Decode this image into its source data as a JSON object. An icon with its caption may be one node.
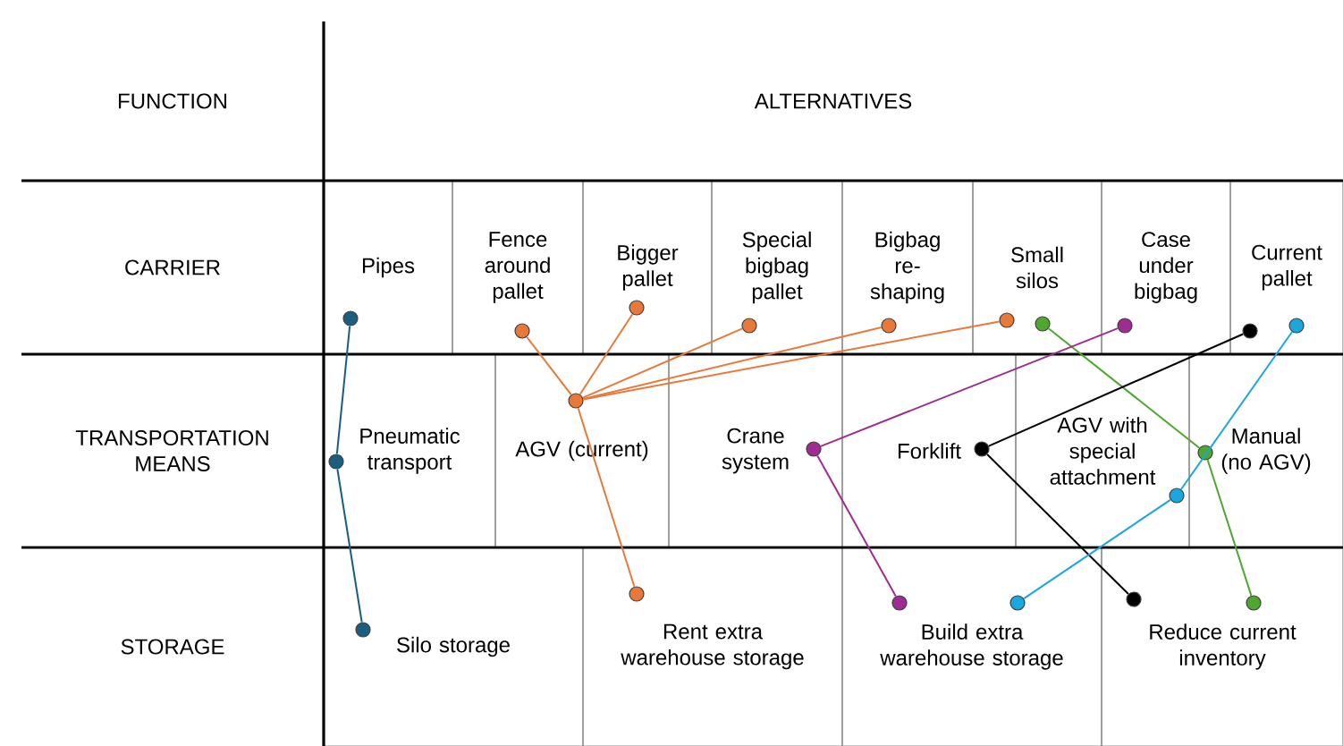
{
  "diagram": {
    "nodes": [
      {
        "text": [
          "FUNCTION"
        ]
      },
      {
        "text": [
          "ALTERNATIVES"
        ]
      },
      {
        "text": [
          "CARRIER"
        ]
      },
      {
        "text": [
          "Pipes"
        ]
      },
      {
        "text": [
          "Fence around pallet"
        ]
      },
      {
        "text": [
          "Bigger pallet"
        ]
      },
      {
        "text": [
          "Special bigbag pallet"
        ]
      },
      {
        "text": [
          "Bigbag re-shaping"
        ]
      },
      {
        "text": [
          "Small silos"
        ]
      },
      {
        "text": [
          "Case under bigbag"
        ]
      },
      {
        "text": [
          "Current pallet"
        ]
      },
      {
        "text": [
          "TRANSPORTATION MEANS"
        ]
      },
      {
        "text": [
          "Pneumatic transport"
        ]
      },
      {
        "text": [
          "AGV (current)"
        ]
      },
      {
        "text": [
          "Crane system"
        ]
      },
      {
        "text": [
          "Forklift"
        ]
      },
      {
        "text": [
          "AGV with special attachment"
        ]
      },
      {
        "text": [
          "Manual (no AGV)"
        ]
      },
      {
        "text": [
          "STORAGE"
        ]
      },
      {
        "text": [
          "Silo storage"
        ]
      },
      {
        "text": [
          "Rent extra warehouse storage"
        ]
      },
      {
        "text": [
          "Build extra warehouse storage"
        ]
      },
      {
        "text": [
          "Reduce current inventory"
        ]
      },
      {
        "text": [],
        "shape": "circle",
        "in": 3
      },
      {
        "text": [],
        "shape": "circle",
        "in": 4
      },
      {
        "text": [],
        "shape": "circle",
        "in": 5
      },
      {
        "text": [],
        "shape": "circle",
        "in": 6
      },
      {
        "text": [],
        "shape": "circle",
        "in": 7
      },
      {
        "text": [],
        "shape": "circle",
        "in": 8
      },
      {
        "text": [],
        "shape": "circle",
        "in": 8
      },
      {
        "text": [],
        "shape": "circle",
        "in": 9
      },
      {
        "text": [],
        "shape": "circle",
        "in": 10
      },
      {
        "text": [],
        "shape": "circle",
        "in": 10
      },
      {
        "text": [],
        "shape": "circle",
        "in": 12
      },
      {
        "text": [],
        "shape": "circle",
        "in": 13
      },
      {
        "text": [],
        "shape": "circle",
        "in": 14
      },
      {
        "text": [],
        "shape": "circle",
        "in": 15
      },
      {
        "text": [],
        "shape": "circle",
        "in": 16
      },
      {
        "text": [],
        "shape": "circle",
        "in": 17
      },
      {
        "text": [],
        "shape": "circle",
        "in": 19
      },
      {
        "text": [],
        "shape": "circle",
        "in": 20
      },
      {
        "text": [],
        "shape": "circle",
        "in": 21
      },
      {
        "text": [],
        "shape": "circle",
        "in": 21
      },
      {
        "text": [],
        "shape": "circle",
        "in": 22
      },
      {
        "text": [],
        "shape": "circle",
        "in": 22
      }
    ],
    "edges": [
      {
        "from": 23,
        "to": 33,
        "arrow": "none",
        "color": "#1b5e80"
      },
      {
        "from": 33,
        "to": 39,
        "arrow": "none",
        "color": "#1b5e80"
      },
      {
        "from": 24,
        "to": 34,
        "arrow": "none",
        "color": "#e8793a"
      },
      {
        "from": 25,
        "to": 34,
        "arrow": "none",
        "color": "#e8793a"
      },
      {
        "from": 26,
        "to": 34,
        "arrow": "none",
        "color": "#e8793a"
      },
      {
        "from": 27,
        "to": 34,
        "arrow": "none",
        "color": "#e8793a"
      },
      {
        "from": 28,
        "to": 34,
        "arrow": "none",
        "color": "#e8793a"
      },
      {
        "from": 34,
        "to": 40,
        "arrow": "none",
        "color": "#e8793a"
      },
      {
        "from": 29,
        "to": 38,
        "arrow": "none",
        "color": "#4ea72e"
      },
      {
        "from": 38,
        "to": 44,
        "arrow": "none",
        "color": "#4ea72e"
      },
      {
        "from": 30,
        "to": 35,
        "arrow": "none",
        "color": "#a02b93"
      },
      {
        "from": 35,
        "to": 41,
        "arrow": "none",
        "color": "#a02b93"
      },
      {
        "from": 31,
        "to": 36,
        "arrow": "none",
        "color": "#000000"
      },
      {
        "from": 36,
        "to": 43,
        "arrow": "none",
        "color": "#000000"
      },
      {
        "from": 32,
        "to": 37,
        "arrow": "none",
        "color": "#1aa7dd"
      },
      {
        "from": 37,
        "to": 42,
        "arrow": "none",
        "color": "#1aa7dd"
      }
    ]
  }
}
